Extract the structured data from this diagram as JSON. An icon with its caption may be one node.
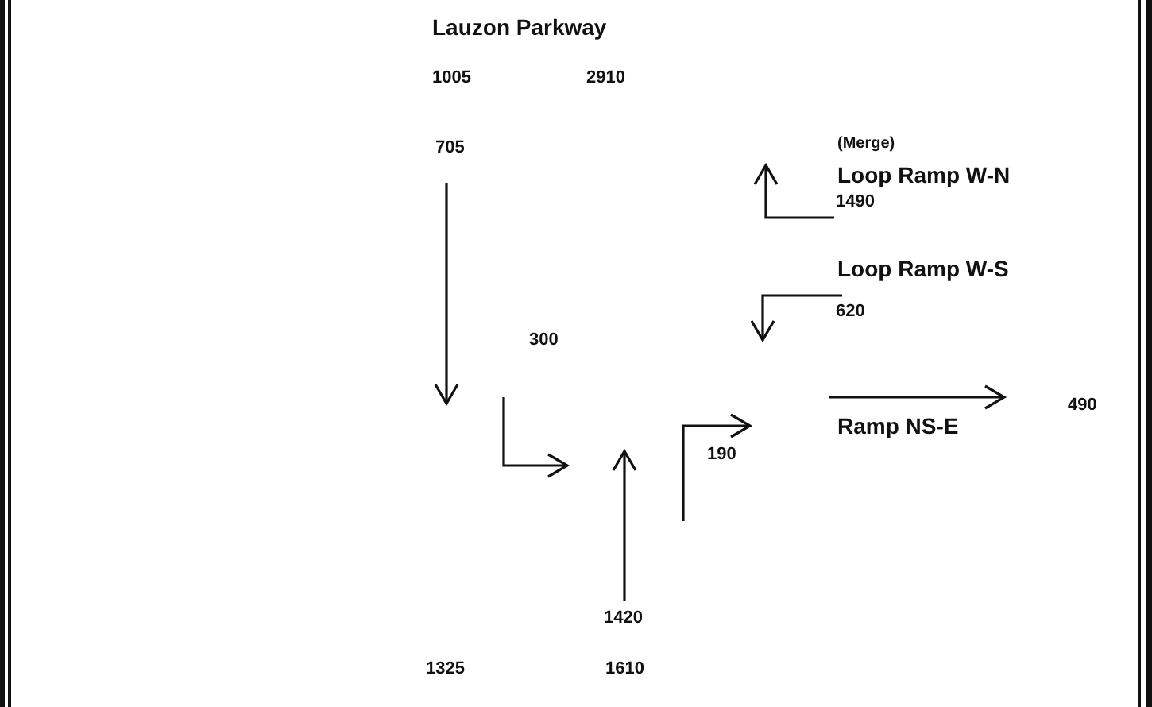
{
  "diagram": {
    "labels": [
      "Lauzon Parkway",
      "1005",
      "2910",
      "(Merge)",
      "705",
      "Loop Ramp W-N",
      "1490",
      "Loop Ramp W-S",
      "300",
      "620",
      "490",
      "Ramp NS-E",
      "190",
      "1420",
      "1325",
      "1610"
    ]
  }
}
